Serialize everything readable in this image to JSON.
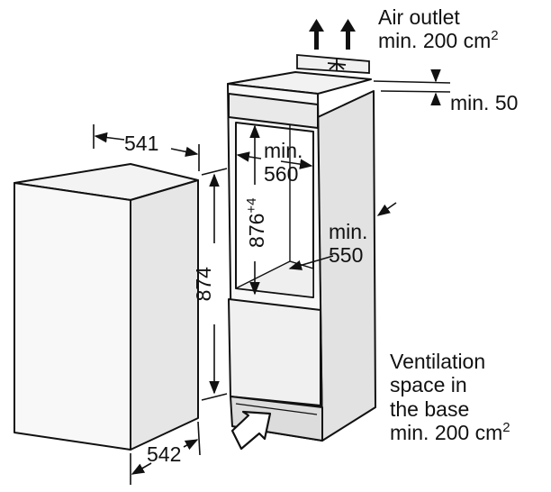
{
  "diagram": {
    "appliance": {
      "width": "541",
      "height": "874",
      "depth": "542"
    },
    "niche": {
      "height_main": "876",
      "height_tolerance": "+4",
      "width_min_prefix": "min.",
      "width_min_value": "560",
      "depth_min_prefix": "min.",
      "depth_min_value": "550",
      "gap_label": "min. 50"
    },
    "air_outlet": {
      "line1": "Air outlet",
      "line2_main": "min. 200 cm",
      "line2_sup": "2"
    },
    "ventilation": {
      "line1": "Ventilation",
      "line2": "space in",
      "line3": "the base",
      "line4_main": "min. 200 cm",
      "line4_sup": "2"
    },
    "colors": {
      "line": "#111111",
      "shade": "#eeeeee",
      "shade_dark": "#d4d4d4"
    }
  }
}
